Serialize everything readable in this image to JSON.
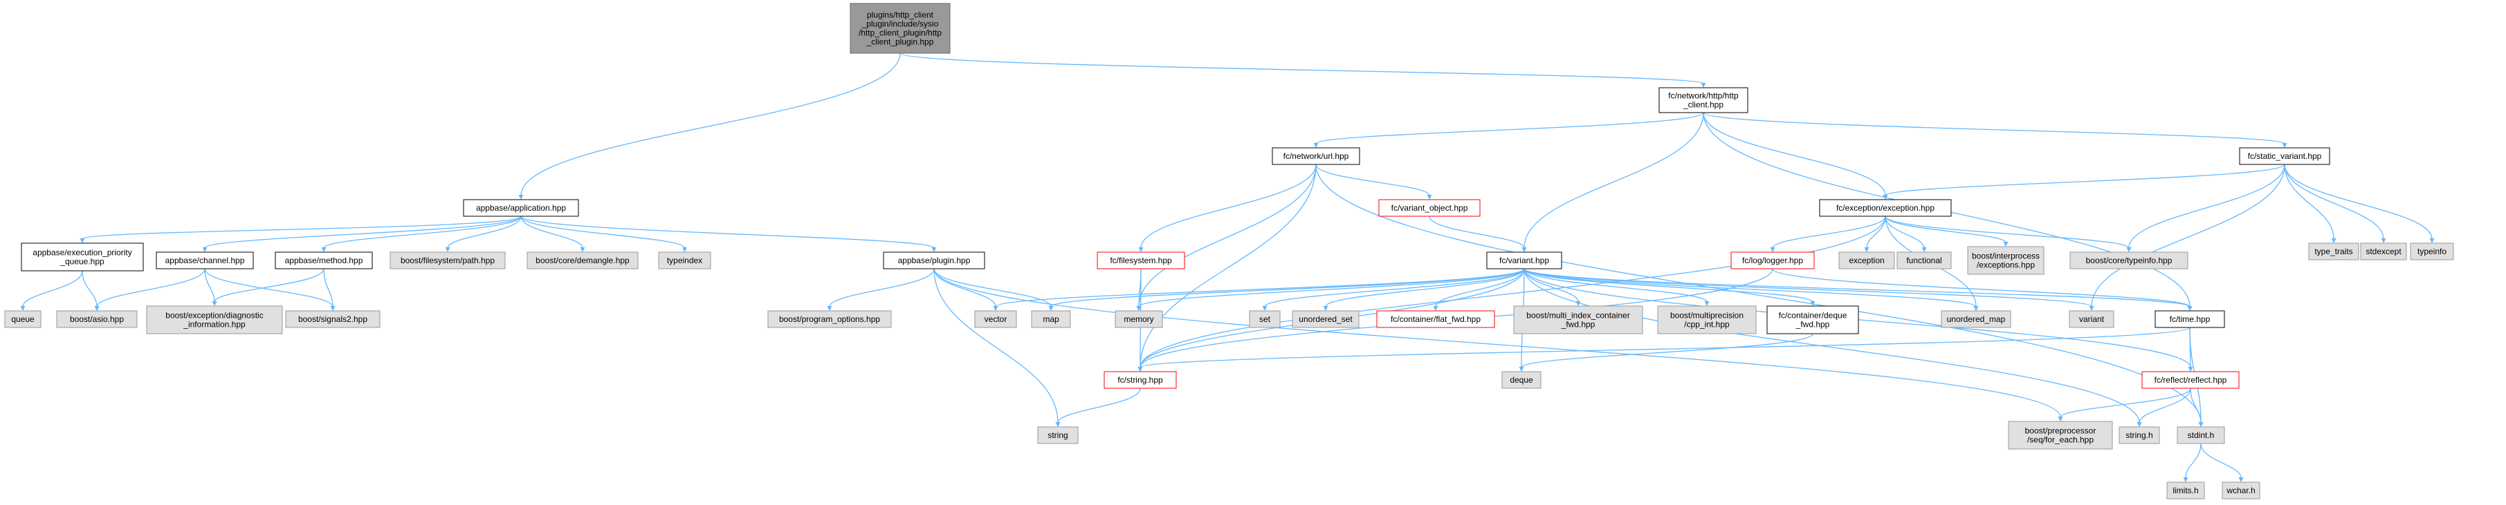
{
  "graph": {
    "nodes": {
      "root": [
        "plugins/http_client",
        "_plugin/include/sysio",
        "/http_client_plugin/http",
        "_client_plugin.hpp"
      ],
      "http_client": [
        "fc/network/http/http",
        "_client.hpp"
      ],
      "url": [
        "fc/network/url.hpp"
      ],
      "static_variant": [
        "fc/static_variant.hpp"
      ],
      "application": [
        "appbase/application.hpp"
      ],
      "variant_object": [
        "fc/variant_object.hpp"
      ],
      "exception": [
        "fc/exception/exception.hpp"
      ],
      "type_traits": [
        "type_traits"
      ],
      "stdexcept": [
        "stdexcept"
      ],
      "typeinfo": [
        "typeinfo"
      ],
      "execution_priority_queue": [
        "appbase/execution_priority",
        "_queue.hpp"
      ],
      "channel": [
        "appbase/channel.hpp"
      ],
      "method": [
        "appbase/method.hpp"
      ],
      "filesystem_path": [
        "boost/filesystem/path.hpp"
      ],
      "demangle": [
        "boost/core/demangle.hpp"
      ],
      "typeindex": [
        "typeindex"
      ],
      "plugin": [
        "appbase/plugin.hpp"
      ],
      "fc_filesystem": [
        "fc/filesystem.hpp"
      ],
      "fc_variant": [
        "fc/variant.hpp"
      ],
      "logger": [
        "fc/log/logger.hpp"
      ],
      "std_exception": [
        "exception"
      ],
      "functional": [
        "functional"
      ],
      "interprocess_exceptions": [
        "boost/interprocess",
        "/exceptions.hpp"
      ],
      "core_typeinfo": [
        "boost/core/typeinfo.hpp"
      ],
      "queue": [
        "queue"
      ],
      "asio": [
        "boost/asio.hpp"
      ],
      "diagnostic_information": [
        "boost/exception/diagnostic",
        "_information.hpp"
      ],
      "signals2": [
        "boost/signals2.hpp"
      ],
      "program_options": [
        "boost/program_options.hpp"
      ],
      "vector": [
        "vector"
      ],
      "map": [
        "map"
      ],
      "memory": [
        "memory"
      ],
      "set": [
        "set"
      ],
      "unordered_set": [
        "unordered_set"
      ],
      "flat_fwd": [
        "fc/container/flat_fwd.hpp"
      ],
      "multi_index_container_fwd": [
        "boost/multi_index_container",
        "_fwd.hpp"
      ],
      "cpp_int": [
        "boost/multiprecision",
        "/cpp_int.hpp"
      ],
      "deque_fwd": [
        "fc/container/deque",
        "_fwd.hpp"
      ],
      "unordered_map": [
        "unordered_map"
      ],
      "variant": [
        "variant"
      ],
      "fc_time": [
        "fc/time.hpp"
      ],
      "fc_string": [
        "fc/string.hpp"
      ],
      "deque": [
        "deque"
      ],
      "reflect": [
        "fc/reflect/reflect.hpp"
      ],
      "string": [
        "string"
      ],
      "for_each": [
        "boost/preprocessor",
        "/seq/for_each.hpp"
      ],
      "string_h": [
        "string.h"
      ],
      "stdint": [
        "stdint.h"
      ],
      "limits": [
        "limits.h"
      ],
      "wchar": [
        "wchar.h"
      ]
    }
  }
}
